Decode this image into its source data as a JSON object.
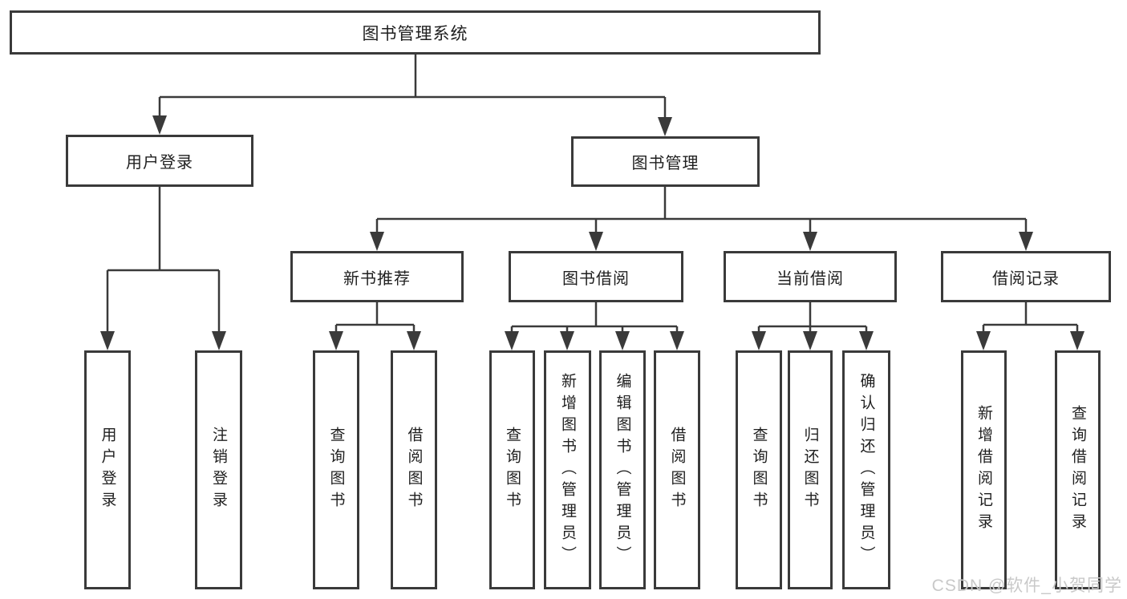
{
  "tree": {
    "root": {
      "label": "图书管理系统",
      "children": [
        {
          "label": "用户登录",
          "children": [
            {
              "label": "用户登录"
            },
            {
              "label": "注销登录"
            }
          ]
        },
        {
          "label": "图书管理",
          "children": [
            {
              "label": "新书推荐",
              "children": [
                {
                  "label": "查询图书"
                },
                {
                  "label": "借阅图书"
                }
              ]
            },
            {
              "label": "图书借阅",
              "children": [
                {
                  "label": "查询图书"
                },
                {
                  "label": "新增图书（管理员）"
                },
                {
                  "label": "编辑图书（管理员）"
                },
                {
                  "label": "借阅图书"
                }
              ]
            },
            {
              "label": "当前借阅",
              "children": [
                {
                  "label": "查询图书"
                },
                {
                  "label": "归还图书"
                },
                {
                  "label": "确认归还（管理员）"
                }
              ]
            },
            {
              "label": "借阅记录",
              "children": [
                {
                  "label": "新增借阅记录"
                },
                {
                  "label": "查询借阅记录"
                }
              ]
            }
          ]
        }
      ]
    }
  },
  "watermark": "CSDN @软件_小贺同学",
  "colors": {
    "line": "#3a3a3a",
    "text": "#1f1f1f",
    "box_background": "#ffffff",
    "watermark": "#c9c9c9"
  }
}
